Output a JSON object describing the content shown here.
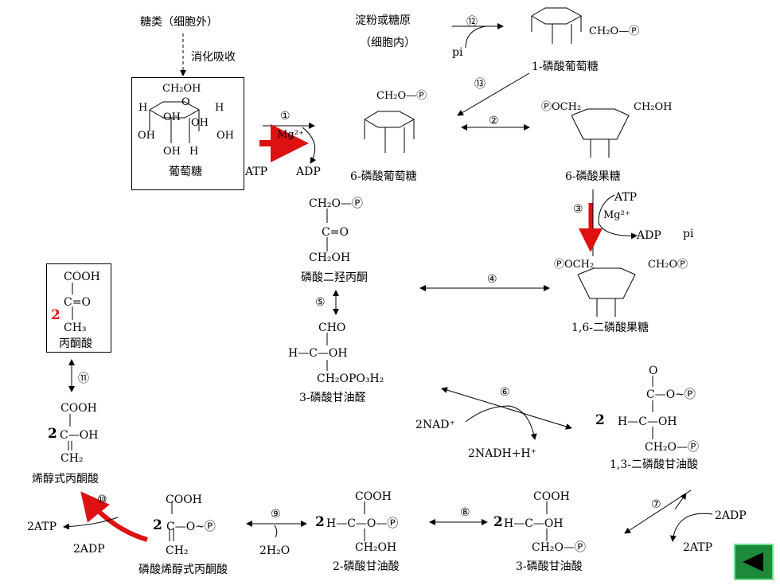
{
  "top": {
    "carbs_outside": "糖类（细胞外）",
    "digest": "消化吸收",
    "starch": "淀粉或糖原",
    "cell_inside": "（细胞内）",
    "pi": "pi"
  },
  "glucose": {
    "ch2oh": "CH₂OH",
    "h": "H",
    "oh": "OH",
    "o": "O",
    "label": "葡萄糖"
  },
  "g1p": {
    "label": "1-磷酸葡萄糖"
  },
  "g6p": {
    "ch2op": "CH₂O—Ⓟ",
    "label": "6-磷酸葡萄糖"
  },
  "f6p": {
    "poch2": "ⓅOCH₂",
    "ch2oh": "CH₂OH",
    "label": "6-磷酸果糖"
  },
  "f16bp": {
    "poch2": "ⓅOCH₂",
    "ch2op": "CH₂OⓅ",
    "label": "1,6-二磷酸果糖"
  },
  "dhap": {
    "l1": "CH₂O—Ⓟ",
    "l2": "C=O",
    "l3": "CH₂OH",
    "label": "磷酸二羟丙酮"
  },
  "g3p": {
    "l1": "CHO",
    "l2": "H—C—OH",
    "l3": "CH₂OPO₃H₂",
    "label": "3-磷酸甘油醛"
  },
  "bpg": {
    "coef": "2",
    "l0": "O",
    "l1": "C—O~Ⓟ",
    "l2": "H—C—OH",
    "l3": "CH₂O—Ⓟ",
    "label": "1,3-二磷酸甘油酸"
  },
  "pg3": {
    "coef": "2",
    "l1": "COOH",
    "l2": "H—C—OH",
    "l3": "CH₂O—Ⓟ",
    "label": "3-磷酸甘油酸"
  },
  "pg2": {
    "coef": "2",
    "l1": "COOH",
    "l2": "H—C—O—Ⓟ",
    "l3": "CH₂OH",
    "label": "2-磷酸甘油酸"
  },
  "pep": {
    "coef": "2",
    "l1": "COOH",
    "l2": "C—O~Ⓟ",
    "l3": "CH₂",
    "label": "磷酸烯醇式丙酮酸"
  },
  "enolpyr": {
    "coef": "2",
    "l1": "COOH",
    "l2": "C—OH",
    "l3": "CH₂",
    "label": "烯醇式丙酮酸"
  },
  "pyruvate": {
    "coef": "2",
    "l1": "COOH",
    "l2": "C=O",
    "l3": "CH₃",
    "label": "丙酮酸"
  },
  "cofactors": {
    "atp": "ATP",
    "adp": "ADP",
    "mg": "Mg²⁺",
    "pi": "pi",
    "nad": "2NAD⁺",
    "nadh": "2NADH+H⁺",
    "adp2": "2ADP",
    "atp2": "2ATP",
    "h2o": "2H₂O"
  },
  "steps": [
    "①",
    "②",
    "③",
    "④",
    "⑤",
    "⑥",
    "⑦",
    "⑧",
    "⑨",
    "⑩",
    "⑪",
    "⑫",
    "⑬"
  ],
  "colors": {
    "highlight": "#d11111",
    "nav_bg": "#1d8a3a"
  },
  "nav": {
    "icon": "back-triangle-icon"
  }
}
